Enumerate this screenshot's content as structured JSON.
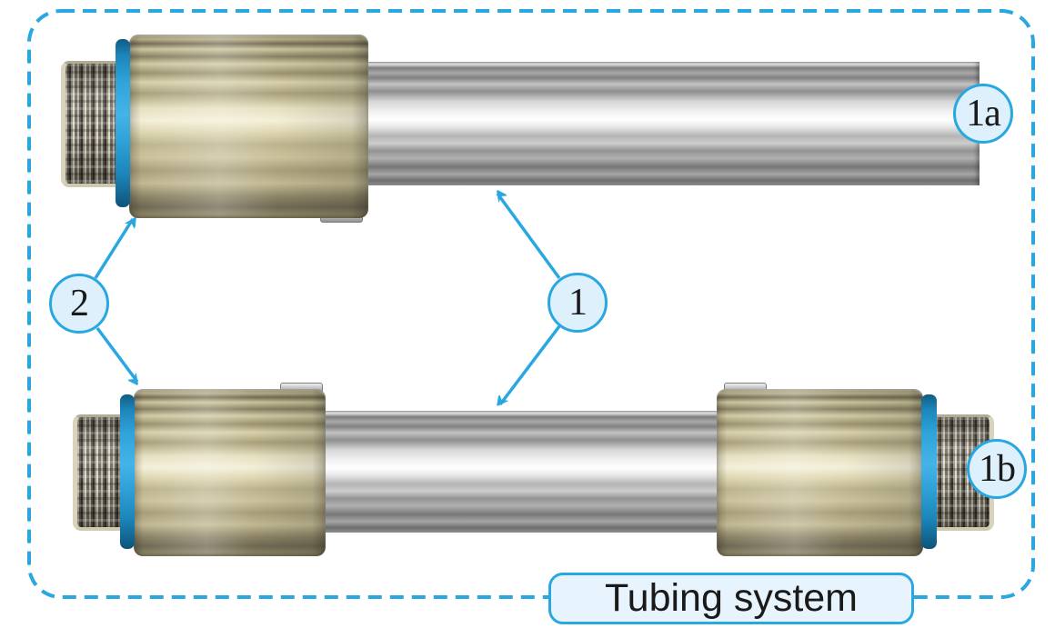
{
  "caption": {
    "text": "Tubing system"
  },
  "callouts": {
    "tube": {
      "label": "1"
    },
    "fitting": {
      "label": "2"
    },
    "assembly_top": {
      "label": "1a"
    },
    "assembly_bottom": {
      "label": "1b"
    }
  },
  "colors": {
    "accent": "#29A7E0",
    "callout-fill": "#DEF0FB",
    "caption-fill": "#E7F4FD",
    "text": "#1A1A1A",
    "ring-blue": "#2EA3DA",
    "brass": "#C9C09A",
    "tube-gray": "#B5B5B5",
    "thread-tan": "#CFC9B4"
  }
}
